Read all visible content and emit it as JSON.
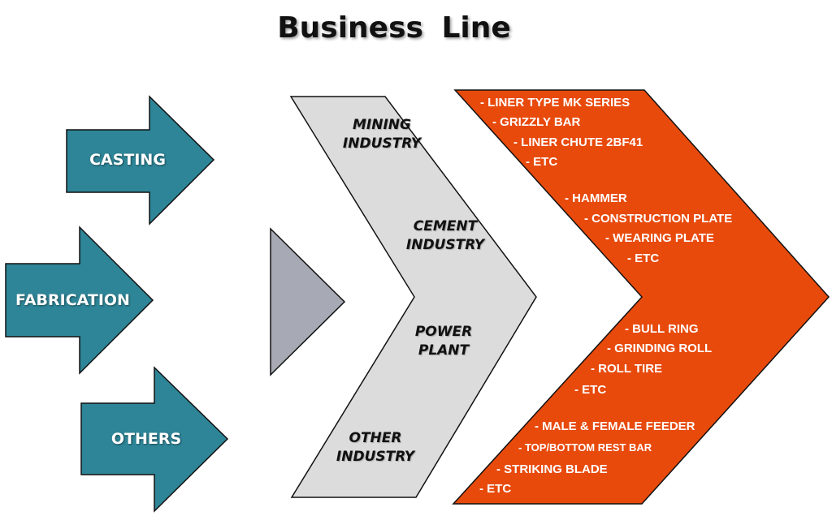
{
  "title": "Business Line",
  "colors": {
    "arrow_fill": "#2e8597",
    "chevron_gray": "#dcdcdc",
    "triangle_gray": "#a7aab5",
    "chevron_orange": "#e84a0c",
    "outline": "#111111"
  },
  "sources": [
    {
      "label": "CASTING"
    },
    {
      "label": "FABRICATION"
    },
    {
      "label": "OTHERS"
    }
  ],
  "industries": [
    {
      "line1": "MINING",
      "line2": "INDUSTRY"
    },
    {
      "line1": "CEMENT",
      "line2": "INDUSTRY"
    },
    {
      "line1": "POWER",
      "line2": "PLANT"
    },
    {
      "line1": "OTHER",
      "line2": "INDUSTRY"
    }
  ],
  "product_groups": [
    {
      "items": [
        "-  LINER TYPE MK SERIES",
        "-  GRIZZLY BAR",
        "-  LINER CHUTE 2BF41",
        "-  ETC"
      ]
    },
    {
      "items": [
        "-  HAMMER",
        "-  CONSTRUCTION PLATE",
        "-  WEARING PLATE",
        "-  ETC"
      ]
    },
    {
      "items": [
        "-  BULL RING",
        "-  GRINDING ROLL",
        "-  ROLL TIRE",
        "-  ETC"
      ]
    },
    {
      "items": [
        "-  MALE & FEMALE FEEDER",
        "-  TOP/BOTTOM REST BAR",
        "-  STRIKING BLADE",
        "-  ETC"
      ]
    }
  ]
}
